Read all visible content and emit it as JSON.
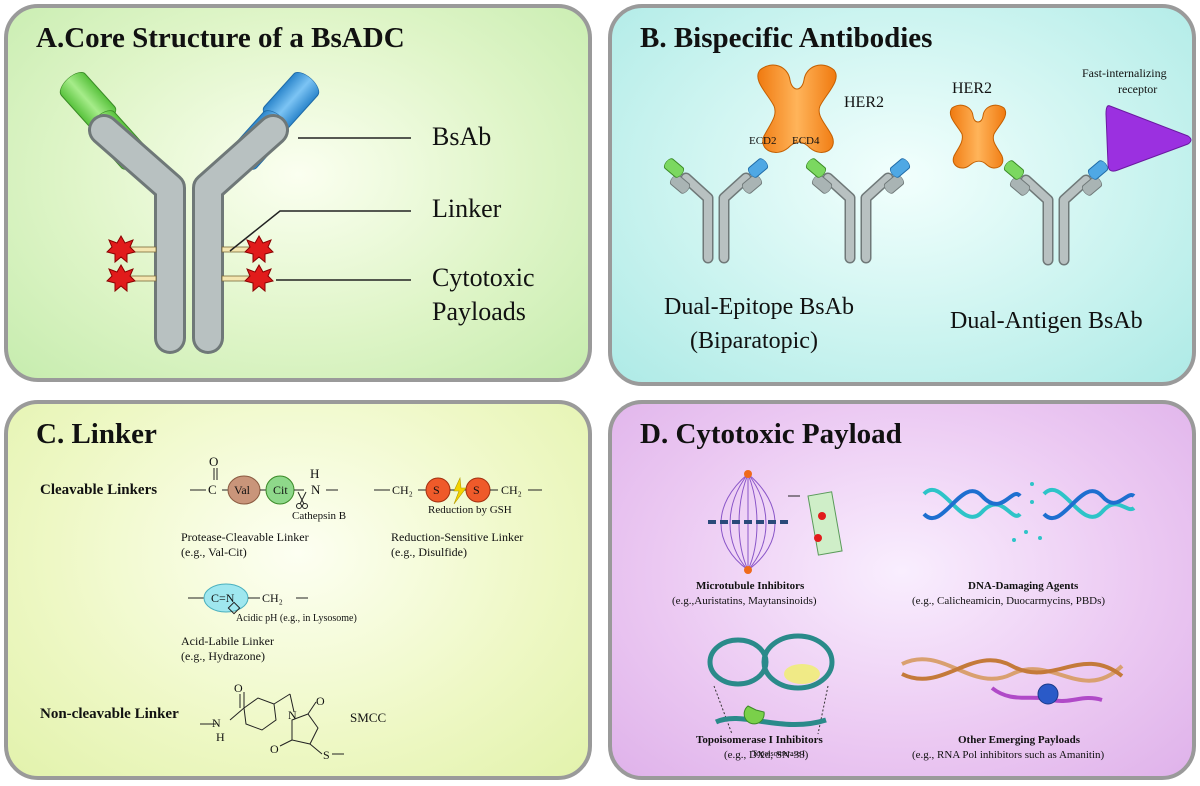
{
  "panel_a": {
    "title": "A.Core Structure of a BsADC",
    "labels": {
      "bsab": "BsAb",
      "linker": "Linker",
      "payloads_line1": "Cytotoxic",
      "payloads_line2": "Payloads"
    },
    "colors": {
      "heavy_chain": "#a9b4b4",
      "light_chain_left": "#7bd860",
      "light_chain_right": "#4fa8e4",
      "payload": "#e11b1b"
    }
  },
  "panel_b": {
    "title": "B. Bispecific Antibodies",
    "her2_left": "HER2",
    "ecd2": "ECD2",
    "ecd4": "ECD4",
    "her2_right": "HER2",
    "receptor_line1": "Fast-internalizing",
    "receptor_line2": "receptor",
    "dual_epitope_line1": "Dual-Epitope BsAb",
    "dual_epitope_line2": "(Biparatopic)",
    "dual_antigen": "Dual-Antigen BsAb",
    "colors": {
      "her2": "#f7941d",
      "receptor": "#9b30e0"
    }
  },
  "panel_c": {
    "title": "C. Linker",
    "cleavable_header": "Cleavable Linkers",
    "noncleavable_header": "Non-cleavable Linker",
    "chem": {
      "o": "O",
      "c": "C",
      "val": "Val",
      "cit": "Cit",
      "h": "H",
      "n": "N",
      "cathepsin": "Cathepsin B",
      "ch2_left": "CH₂",
      "s1": "S",
      "s2": "S",
      "ch2_right": "CH₂",
      "gsh": "Reduction by GSH",
      "hydrazone": "C=N",
      "ch2_acid": "CH₂",
      "acidic": "Acidic pH (e.g., in Lysosome)",
      "smcc": "SMCC",
      "smcc_s": "S",
      "smcc_n": "N",
      "smcc_hn": "N",
      "smcc_h": "H",
      "o1": "O",
      "o2": "O",
      "o3": "O"
    },
    "protease_line1": "Protease-Cleavable Linker",
    "protease_line2": "(e.g., Val-Cit)",
    "reduction_line1": "Reduction-Sensitive Linker",
    "reduction_line2": "(e.g., Disulfide)",
    "acid_line1": "Acid-Labile Linker",
    "acid_line2": "(e.g., Hydrazone)"
  },
  "panel_d": {
    "title": "D. Cytotoxic Payload",
    "micro_title": "Microtubule Inhibitors",
    "micro_sub": "(e.g.,Auristatins, Maytansinoids)",
    "dna_title": "DNA-Damaging Agents",
    "dna_sub": "(e.g., Calicheamicin, Duocarmycins, PBDs)",
    "topo_label": "Topoisomerase I",
    "topo_title": "Topoisomerase I Inhibitors",
    "topo_sub": "(e.g., DXd, SN-38)",
    "other_title": "Other Emerging Payloads",
    "other_sub": "(e.g., RNA Pol inhibitors such as Amanitin)"
  }
}
